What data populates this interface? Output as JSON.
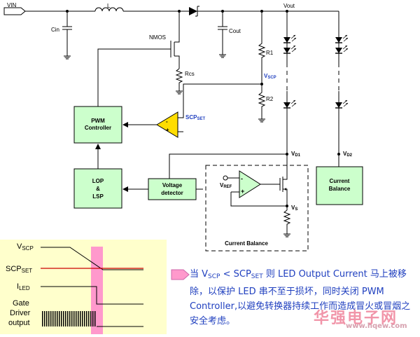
{
  "labels": {
    "vin": "VIN",
    "inductor": "L",
    "cin": "Cin",
    "nmos": "NMOS",
    "rcs": "Rcs",
    "cout": "Cout",
    "vout": "Vout",
    "r1": "R1",
    "r2": "R2",
    "vscp_main": "V",
    "vscp_sub": "SCP",
    "scpset_main": "SCP",
    "scpset_sub": "SET",
    "vd1_main": "V",
    "vd1_sub": "D1",
    "vd2_main": "V",
    "vd2_sub": "D2",
    "vref_main": "V",
    "vref_sub": "REF",
    "vs_main": "V",
    "vs_sub": "S",
    "cb_frame": "Current Balance"
  },
  "blocks": {
    "pwm_line1": "PWM",
    "pwm_line2": "Controller",
    "lop_line1": "LOP",
    "lop_line2": "&",
    "lop_line3": "LSP",
    "vd_line1": "Voltage",
    "vd_line2": "detector",
    "cb_line1": "Current",
    "cb_line2": "Balance"
  },
  "timing": {
    "vscp_main": "V",
    "vscp_sub": "SCP",
    "scpset_main": "SCP",
    "scpset_sub": "SET",
    "iled_main": "I",
    "iled_sub": "LED",
    "gate1": "Gate",
    "gate2": "Driver",
    "gate3": "output"
  },
  "note": {
    "t1": "当 V",
    "t1_sub": "SCP",
    "t2": " < SCP",
    "t2_sub": "SET",
    "t3": " 则 LED Output Current 马上被移除，以保护 LED 串不至于损坏，同时关闭 PWM Controller,以避免转换器持续工作而造成冒火或冒烟之安全考虑。"
  },
  "watermark": {
    "cn": "华强电子网",
    "url": "www.hqew.com"
  },
  "colors": {
    "block_fill": "#ccffcc",
    "timing_bg": "#ffffcc",
    "highlight": "#ff99cc",
    "comparator": "#ffdd00",
    "scp_text": "#1f3fbf",
    "note_text": "#1f3fbf"
  }
}
